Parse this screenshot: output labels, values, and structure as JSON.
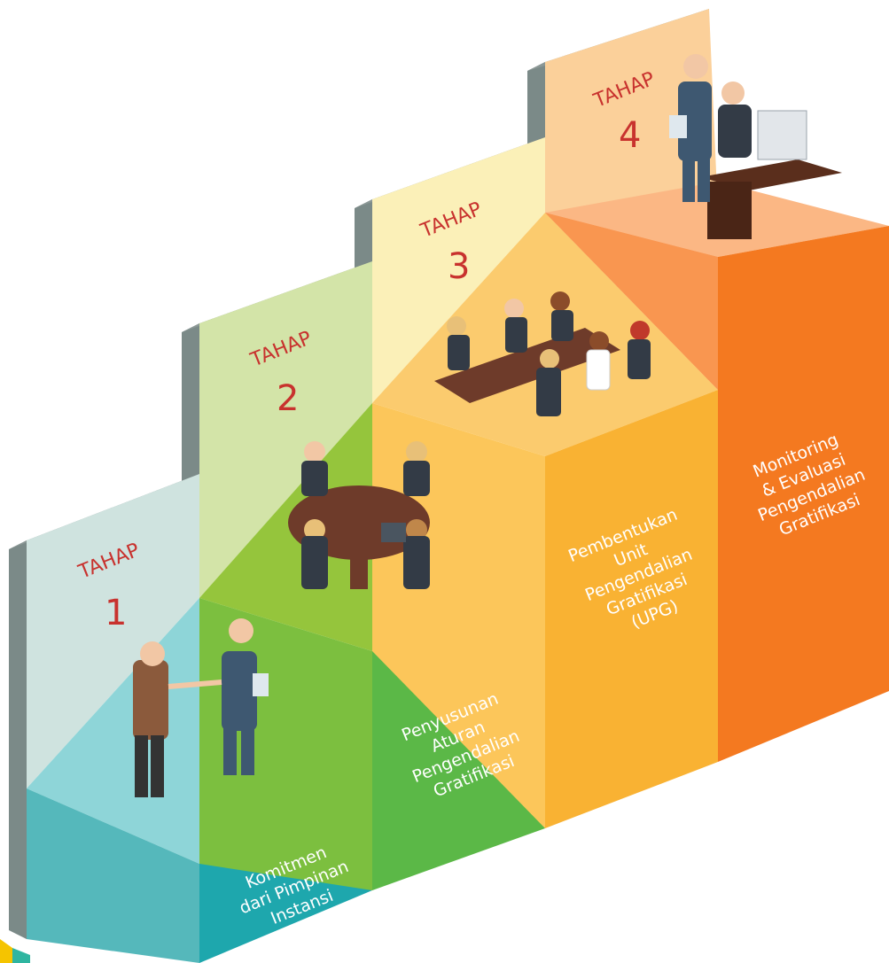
{
  "stages": [
    {
      "tahap_label": "TAHAP",
      "tahap_number": "1",
      "description_lines": [
        "Komitmen",
        "dari Pimpinan",
        "Instansi"
      ],
      "colors": {
        "wall": "#cfe3df",
        "top": "#8ed5d8",
        "front": "#1ea7ad",
        "side": "#20a8ae"
      }
    },
    {
      "tahap_label": "TAHAP",
      "tahap_number": "2",
      "description_lines": [
        "Penyusunan",
        "Aturan",
        "Pengendalian",
        "Gratifikasi"
      ],
      "colors": {
        "wall": "#d3e4a8",
        "top": "#95c53c",
        "front": "#5bb847",
        "side": "#62bb49"
      }
    },
    {
      "tahap_label": "TAHAP",
      "tahap_number": "3",
      "description_lines": [
        "Pembentukan",
        "Unit",
        "Pengendalian",
        "Gratifikasi",
        "(UPG)"
      ],
      "colors": {
        "wall": "#fbf0b8",
        "top": "#fbcb6e",
        "front": "#f9b233",
        "side": "#fab434"
      }
    },
    {
      "tahap_label": "TAHAP",
      "tahap_number": "4",
      "description_lines": [
        "Monitoring",
        "& Evaluasi",
        "Pengendalian",
        "Gratifikasi"
      ],
      "colors": {
        "wall": "#fbd09a",
        "top": "#fba465",
        "front": "#f47920",
        "side": "#f57a22"
      }
    }
  ]
}
